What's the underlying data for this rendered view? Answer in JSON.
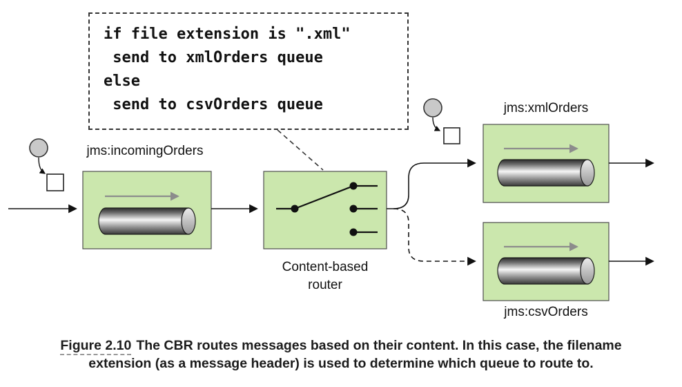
{
  "code_box": {
    "lines": [
      "if file extension is \".xml\"",
      " send to xmlOrders queue",
      "else",
      " send to csvOrders queue"
    ]
  },
  "queues": {
    "incoming": {
      "label": "jms:incomingOrders"
    },
    "xml": {
      "label": "jms:xmlOrders"
    },
    "csv": {
      "label": "jms:csvOrders"
    }
  },
  "router": {
    "label_line1": "Content-based",
    "label_line2": "router"
  },
  "caption": {
    "figure_label": "Figure 2.10",
    "line1_rest": "The CBR routes messages based on their content. In this case, the filename",
    "line2": "extension (as a message header) is used to determine which queue to route to."
  },
  "icons": {
    "message_source": "gray-circle",
    "message": "white-square"
  },
  "colors": {
    "queue_box_fill": "#cbe7ad",
    "queue_box_stroke": "#4d4d4d",
    "line": "#111111",
    "gray_arrow": "#8c8c8c",
    "background": "#ffffff"
  }
}
